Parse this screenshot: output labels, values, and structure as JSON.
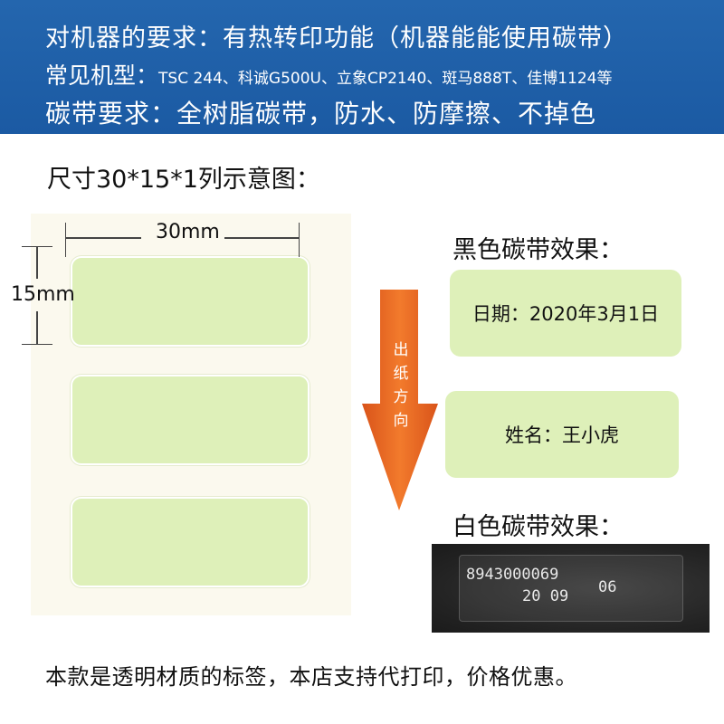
{
  "banner": {
    "line1": "对机器的要求：有热转印功能（机器能能使用碳带）",
    "line2_label": "常见机型：",
    "line2_models": "TSC 244、科诚G500U、立象CP2140、斑马888T、佳博1124等",
    "line3": "碳带要求：全树脂碳带，防水、防摩擦、不掉色"
  },
  "diagram": {
    "title": "尺寸30*15*1列示意图：",
    "width_label": "30mm",
    "height_label": "15mm"
  },
  "arrow": {
    "chars": [
      "出",
      "纸",
      "方",
      "向"
    ]
  },
  "black_ribbon": {
    "title": "黑色碳带效果：",
    "date_sample": "日期：2020年3月1日",
    "name_sample": "姓名：王小虎"
  },
  "white_ribbon": {
    "title": "白色碳带效果：",
    "photo_line1": "8943000069",
    "photo_line1b": "06",
    "photo_line2": "20 09"
  },
  "footer": {
    "text": "本款是透明材质的标签，本店支持代打印，价格优惠。"
  },
  "colors": {
    "banner": "#1c5fa8",
    "label_fill": "#def0b9",
    "arrow": "#e8631a"
  }
}
